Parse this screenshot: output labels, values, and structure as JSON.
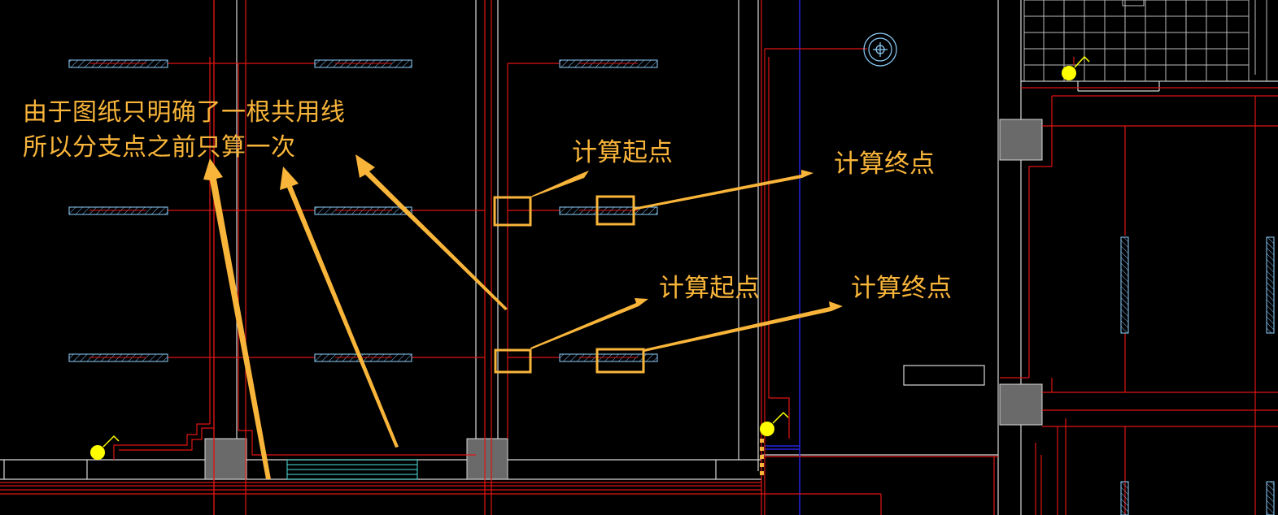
{
  "annotations": {
    "note_line1": "由于图纸只明确了一根共用线",
    "note_line2": "所以分支点之前只算一次",
    "start_label_upper": "计算起点",
    "end_label_upper": "计算终点",
    "start_label_lower": "计算起点",
    "end_label_lower": "计算终点"
  },
  "colors": {
    "background": "#000000",
    "wiring": "#e01414",
    "walls": "#d8d8d8",
    "fixtures": "#8fd3ff",
    "annotation": "#f9b53a",
    "marker": "#ffff00",
    "columns": "#6a6a6a"
  },
  "icons": [
    "light-fixture-icon",
    "switch-marker-icon",
    "ceiling-outlet-icon",
    "highlight-box-icon",
    "arrow-icon"
  ]
}
